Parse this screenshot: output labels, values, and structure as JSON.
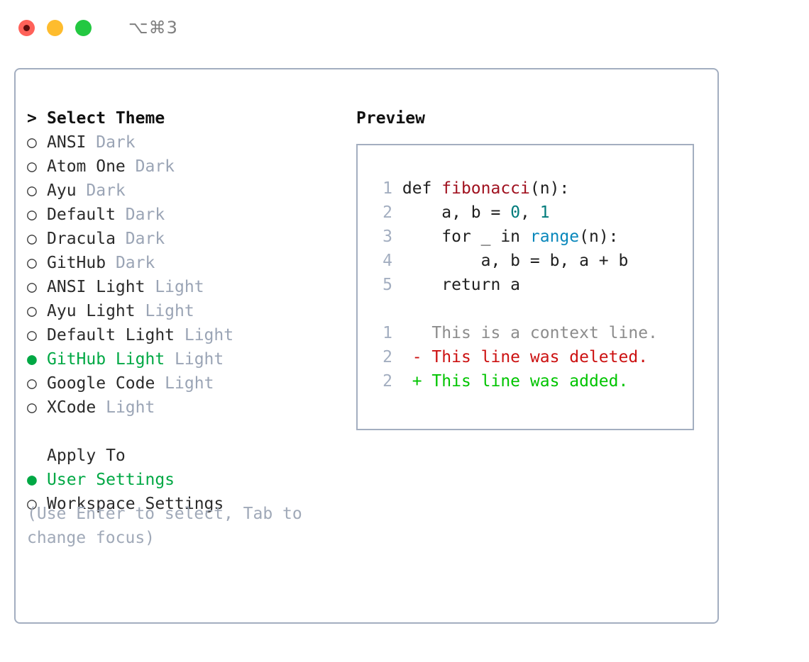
{
  "titlebar": {
    "shortcut": "⌥⌘3",
    "dots": [
      {
        "name": "close-dot",
        "color": "#ff6159"
      },
      {
        "name": "minimize-dot",
        "color": "#febc2e"
      },
      {
        "name": "zoom-dot",
        "color": "#23c841"
      }
    ]
  },
  "colors": {
    "panel_border": "#a3aec0",
    "accent_green": "#00a844",
    "muted": "#9aa4b5",
    "hint": "#a0a9b8",
    "diff_add": "#00c400",
    "diff_del": "#cc1111",
    "diff_ctx": "#8c8c8c",
    "token_func": "#a0111f",
    "token_num": "#007b7b",
    "token_builtin": "#0887bb"
  },
  "theme_section": {
    "header_marker": "> ",
    "header": "Select Theme",
    "items": [
      {
        "marker": "○ ",
        "label": "ANSI",
        "badge": "Dark",
        "selected": false
      },
      {
        "marker": "○ ",
        "label": "Atom One",
        "badge": "Dark",
        "selected": false
      },
      {
        "marker": "○ ",
        "label": "Ayu",
        "badge": "Dark",
        "selected": false
      },
      {
        "marker": "○ ",
        "label": "Default",
        "badge": "Dark",
        "selected": false
      },
      {
        "marker": "○ ",
        "label": "Dracula",
        "badge": "Dark",
        "selected": false
      },
      {
        "marker": "○ ",
        "label": "GitHub",
        "badge": "Dark",
        "selected": false
      },
      {
        "marker": "○ ",
        "label": "ANSI Light",
        "badge": "Light",
        "selected": false
      },
      {
        "marker": "○ ",
        "label": "Ayu Light",
        "badge": "Light",
        "selected": false
      },
      {
        "marker": "○ ",
        "label": "Default Light",
        "badge": "Light",
        "selected": false
      },
      {
        "marker": "● ",
        "label": "GitHub Light",
        "badge": "Light",
        "selected": true
      },
      {
        "marker": "○ ",
        "label": "Google Code",
        "badge": "Light",
        "selected": false
      },
      {
        "marker": "○ ",
        "label": "XCode",
        "badge": "Light",
        "selected": false
      }
    ]
  },
  "apply_section": {
    "header_marker": "  ",
    "header": "Apply To",
    "items": [
      {
        "marker": "● ",
        "label": "User Settings",
        "selected": true
      },
      {
        "marker": "○ ",
        "label": "Workspace Settings",
        "selected": false
      }
    ]
  },
  "hint": "(Use Enter to select, Tab to change focus)",
  "preview": {
    "title": "Preview",
    "code_lines": [
      {
        "lineno": "1",
        "tokens": [
          {
            "text": "def ",
            "kind": "plain"
          },
          {
            "text": "fibonacci",
            "kind": "func"
          },
          {
            "text": "(n):",
            "kind": "plain"
          }
        ]
      },
      {
        "lineno": "2",
        "tokens": [
          {
            "text": "    a, b = ",
            "kind": "plain"
          },
          {
            "text": "0",
            "kind": "num"
          },
          {
            "text": ", ",
            "kind": "plain"
          },
          {
            "text": "1",
            "kind": "num"
          }
        ]
      },
      {
        "lineno": "3",
        "tokens": [
          {
            "text": "    for _ in ",
            "kind": "plain"
          },
          {
            "text": "range",
            "kind": "builtin"
          },
          {
            "text": "(n):",
            "kind": "plain"
          }
        ]
      },
      {
        "lineno": "4",
        "tokens": [
          {
            "text": "        a, b = b, a + b",
            "kind": "plain"
          }
        ]
      },
      {
        "lineno": "5",
        "tokens": [
          {
            "text": "    return a",
            "kind": "plain"
          }
        ]
      },
      {
        "lineno": "",
        "tokens": []
      },
      {
        "lineno": "1",
        "tokens": [
          {
            "text": "   This is a context line.",
            "kind": "ctx"
          }
        ]
      },
      {
        "lineno": "2",
        "tokens": [
          {
            "text": " - This line was deleted.",
            "kind": "del"
          }
        ]
      },
      {
        "lineno": "2",
        "tokens": [
          {
            "text": " + This line was added.",
            "kind": "add"
          }
        ]
      }
    ]
  }
}
